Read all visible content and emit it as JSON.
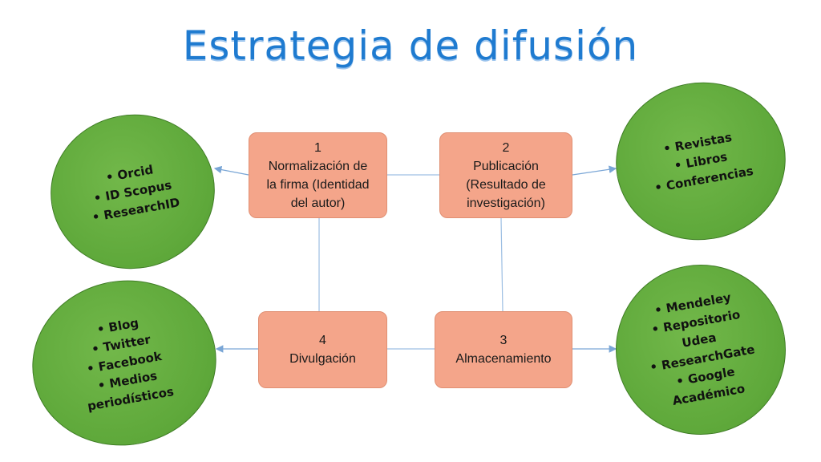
{
  "title": "Estrategia de difusión",
  "boxes": {
    "b1": {
      "number": "1",
      "lines": [
        "Normalización de",
        "la firma (Identidad",
        "del autor)"
      ]
    },
    "b2": {
      "number": "2",
      "lines": [
        "Publicación",
        "(Resultado de",
        "investigación)"
      ]
    },
    "b3": {
      "number": "3",
      "lines": [
        "Almacenamiento"
      ]
    },
    "b4": {
      "number": "4",
      "lines": [
        "Divulgación"
      ]
    }
  },
  "circles": {
    "c1": {
      "items": [
        "Orcid",
        "ID Scopus",
        "ResearchID"
      ]
    },
    "c2": {
      "items": [
        "Revistas",
        "Libros",
        "Conferencias"
      ]
    },
    "c3": {
      "items": [
        "Blog",
        "Twitter",
        "Facebook",
        "Medios",
        "periodísticos"
      ]
    },
    "c4": {
      "items": [
        "Mendeley",
        "Repositorio",
        "Udea",
        "ResearchGate",
        "Google",
        "Académico"
      ]
    }
  },
  "colors": {
    "box": "#f4a58a",
    "circle": "#5ea83a",
    "title": "#1f7bd0",
    "connector": "#7aa6d6"
  }
}
